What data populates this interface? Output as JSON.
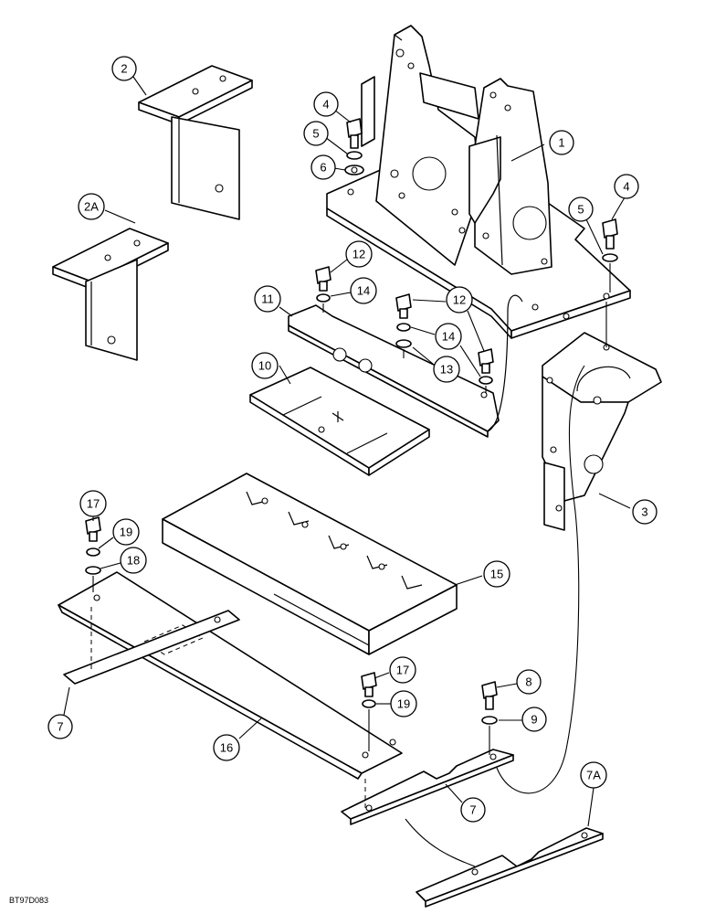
{
  "drawing_code": "BT97D083",
  "callouts": [
    {
      "label": "1"
    },
    {
      "label": "2"
    },
    {
      "label": "2A"
    },
    {
      "label": "3"
    },
    {
      "label": "4"
    },
    {
      "label": "4"
    },
    {
      "label": "5"
    },
    {
      "label": "5"
    },
    {
      "label": "6"
    },
    {
      "label": "7"
    },
    {
      "label": "7"
    },
    {
      "label": "7A"
    },
    {
      "label": "8"
    },
    {
      "label": "9"
    },
    {
      "label": "10"
    },
    {
      "label": "11"
    },
    {
      "label": "12"
    },
    {
      "label": "12"
    },
    {
      "label": "13"
    },
    {
      "label": "14"
    },
    {
      "label": "14"
    },
    {
      "label": "15"
    },
    {
      "label": "16"
    },
    {
      "label": "17"
    },
    {
      "label": "17"
    },
    {
      "label": "18"
    },
    {
      "label": "19"
    },
    {
      "label": "19"
    }
  ]
}
